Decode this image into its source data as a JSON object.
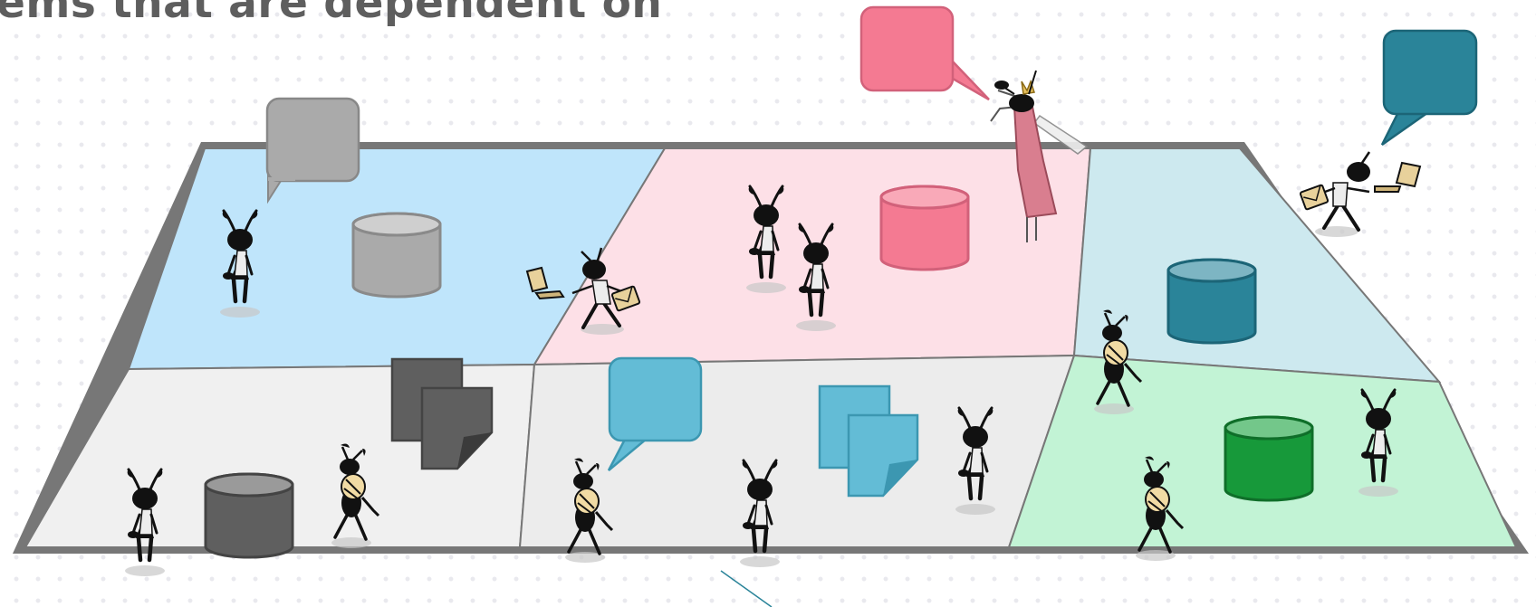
{
  "headline": "ems that are dependent on",
  "colors": {
    "frame": "#777777",
    "zone_top_left": "#bfe5fb",
    "zone_top_middle": "#fde0e7",
    "zone_top_right": "#cde9ef",
    "zone_bottom_left": "#f0f0f0",
    "zone_bottom_middle": "#ececec",
    "zone_bottom_right": "#c2f3d5",
    "gray": "#aaaaaa",
    "dark_gray": "#5f5f5f",
    "pink": "#f47a92",
    "teal": "#2a8499",
    "light_blue": "#63bcd6",
    "green": "#17993a"
  },
  "icons": [
    "speech-bubble",
    "database-cylinder",
    "document-stack",
    "ant-figure",
    "queen-ant",
    "laptop",
    "envelope"
  ]
}
